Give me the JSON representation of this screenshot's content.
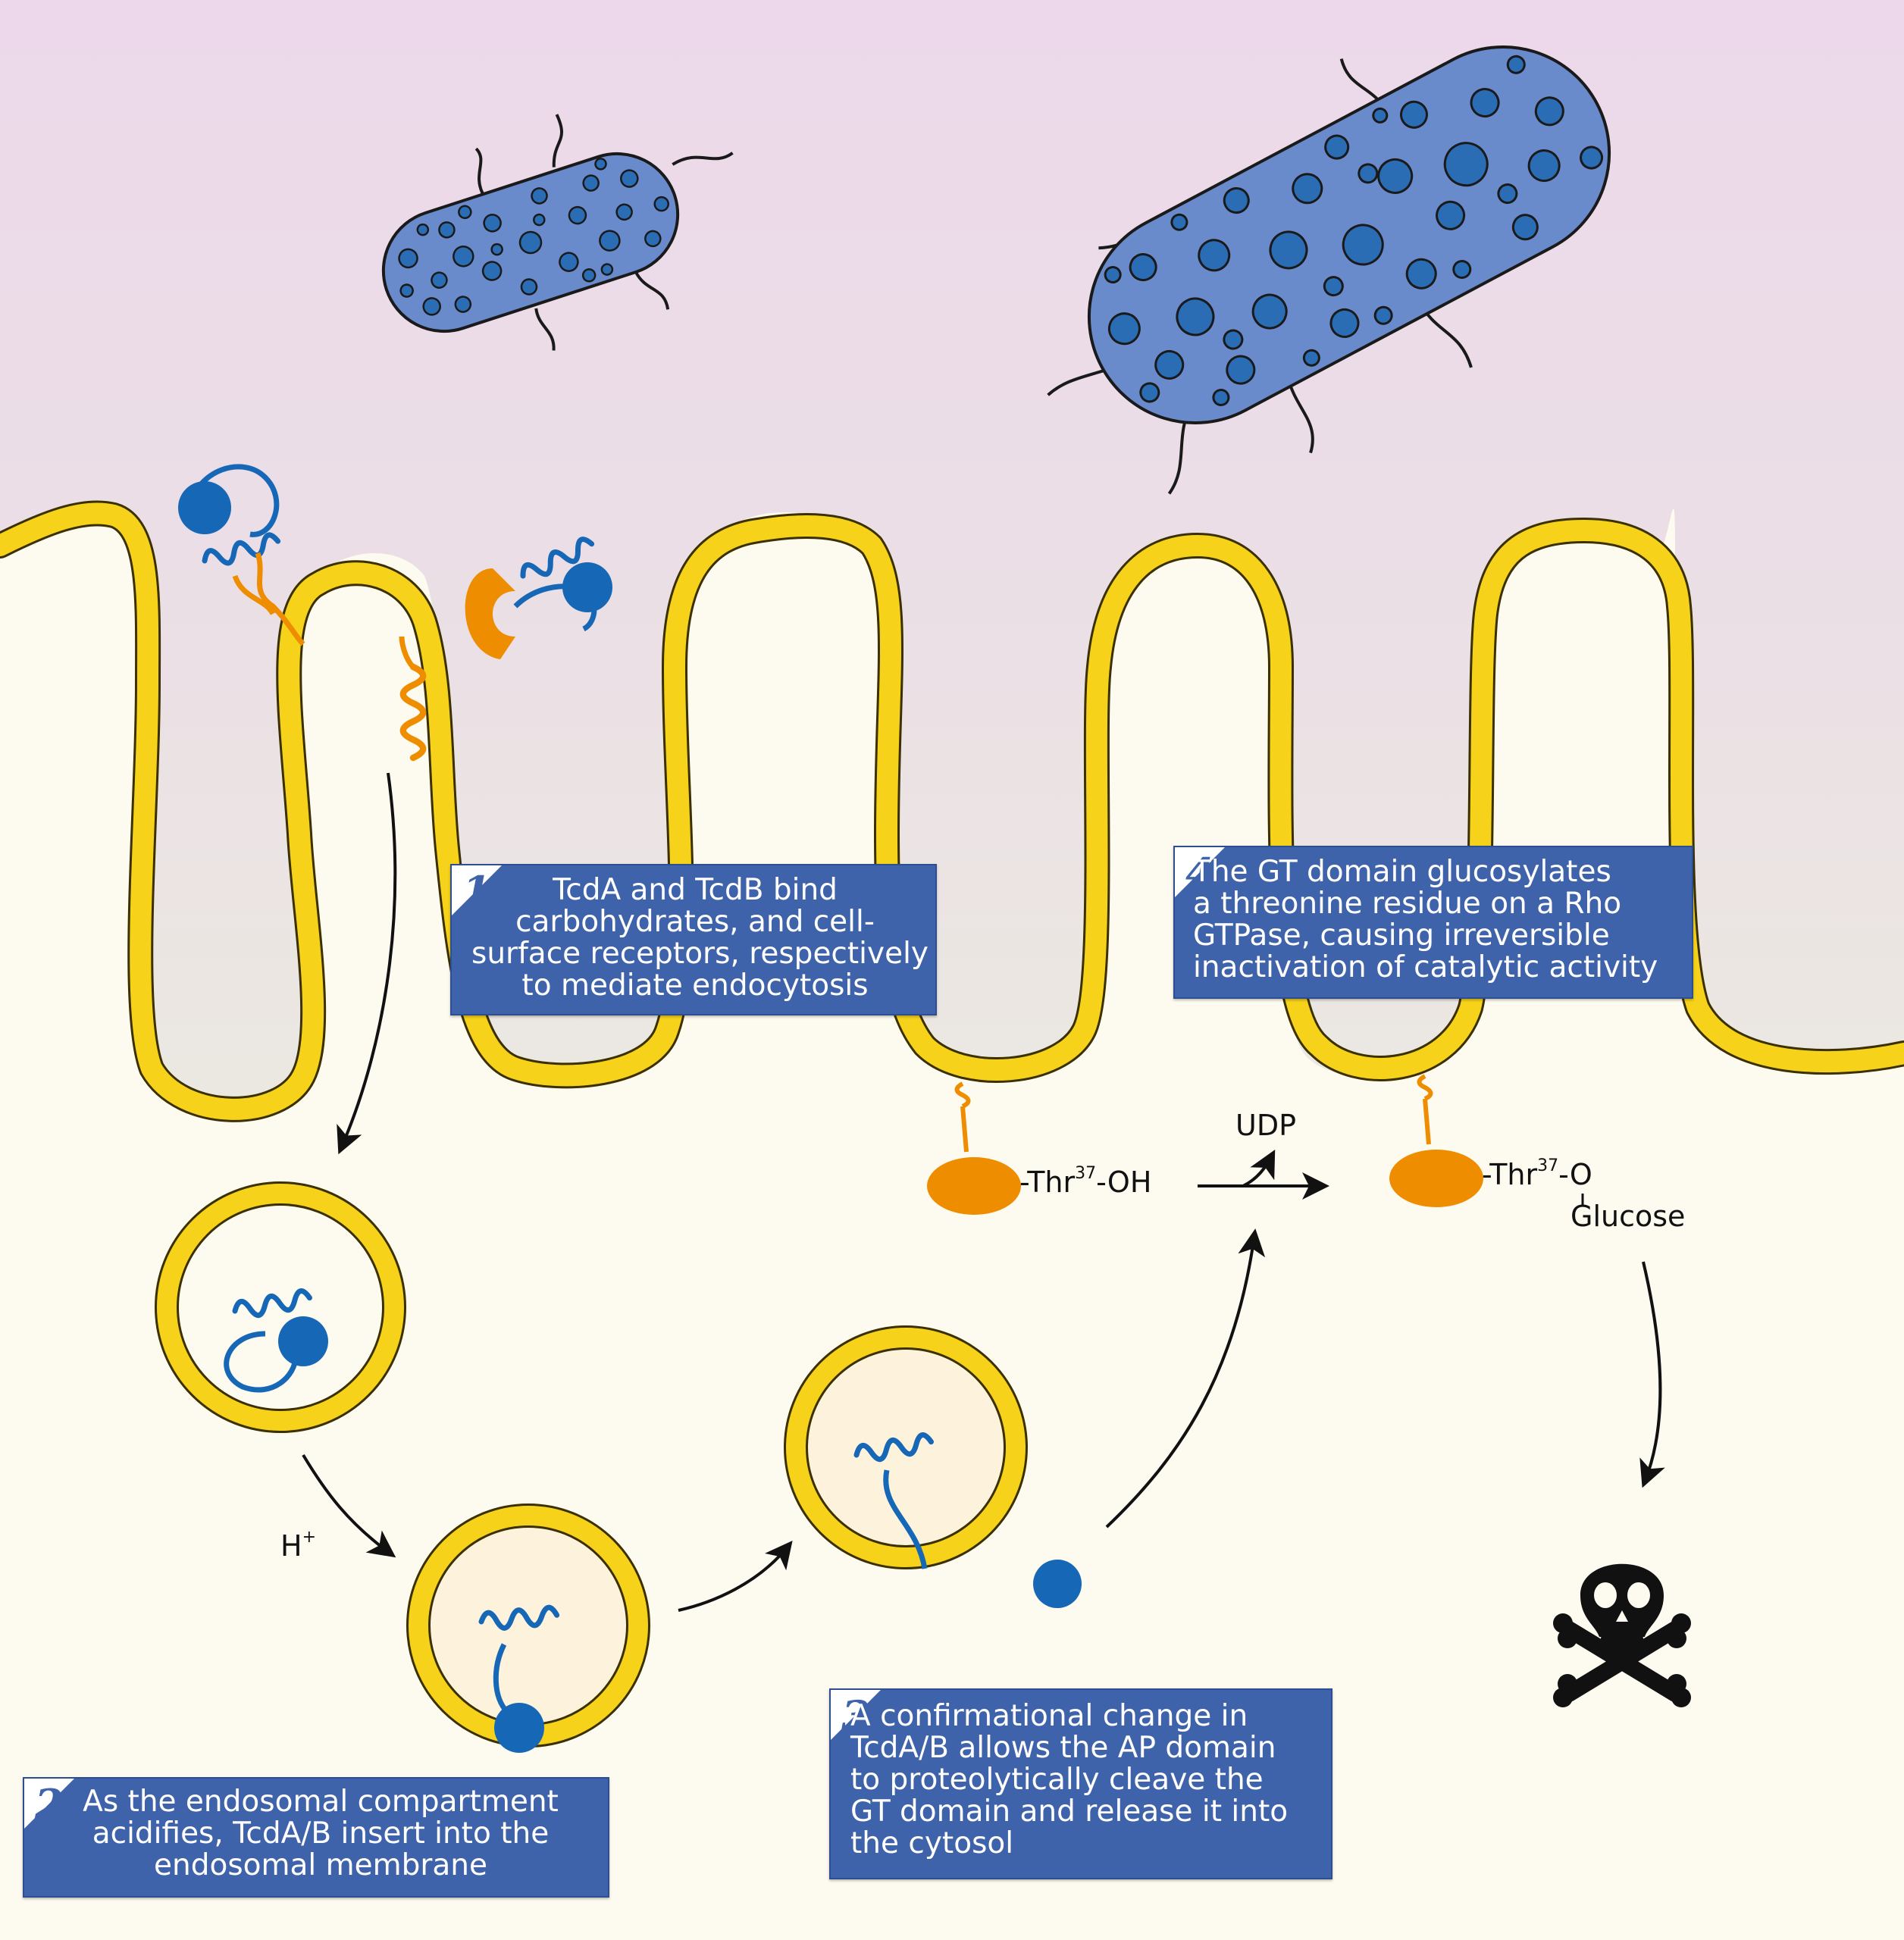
{
  "colors": {
    "sky_top": "#ecd8ea",
    "sky_bottom": "#ebe8e1",
    "cytosol": "#fdfbf0",
    "membrane": "#f7d21a",
    "membrane_outline": "#3a3000",
    "toxin_blue": "#1668b6",
    "receptor_orange": "#ef8d00",
    "bacterium_fill": "#6a8bcb",
    "bacterium_spots": "#2a6db5",
    "step_box": "#3f63aa"
  },
  "steps": [
    {
      "number": "1",
      "text": "TcdA and TcdB bind\ncarbohydrates, and cell-\nsurface receptors, respectively\nto mediate endocytosis"
    },
    {
      "number": "2",
      "text": "As the endosomal compartment\nacidifies, TcdA/B insert into the\nendosomal membrane"
    },
    {
      "number": "3",
      "text": "A confirmational change in\nTcdA/B allows the AP domain\nto proteolytically cleave the\nGT domain and release it into\nthe cytosol"
    },
    {
      "number": "4",
      "text": "The GT domain glucosylates\na threonine residue on a Rho\nGTPase, causing irreversible\ninactivation of catalytic activity"
    }
  ],
  "labels": {
    "h_plus_base": "H",
    "h_plus_sup": "+",
    "udp": "UDP",
    "thr_before_prefix": "-Thr",
    "thr_before_sup": "37",
    "thr_before_suffix": "-OH",
    "thr_after_prefix": "-Thr",
    "thr_after_sup": "37",
    "thr_after_suffix": "-O",
    "glucose": "Glucose"
  },
  "icons": {
    "bacterium": "bacterium-icon",
    "death": "skull-crossbones-icon"
  }
}
